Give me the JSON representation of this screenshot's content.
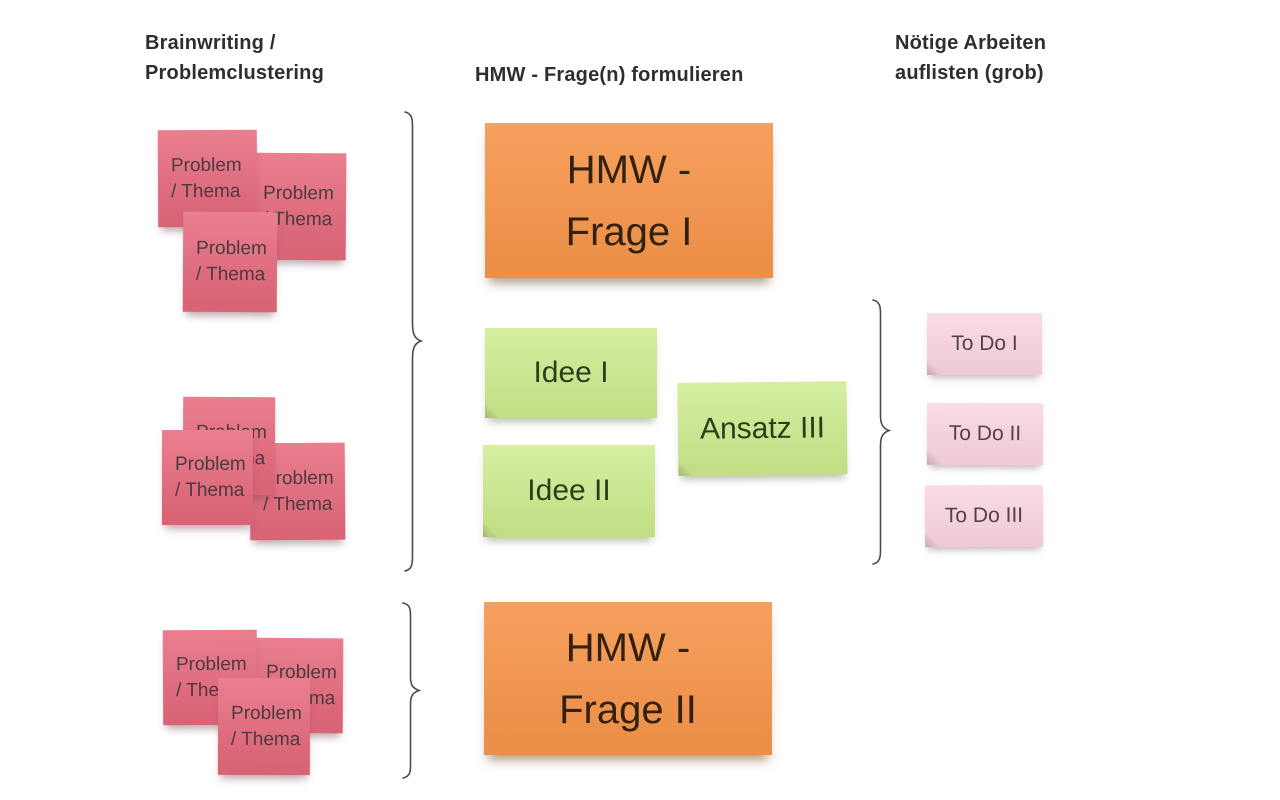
{
  "headers": {
    "brainwriting": "Brainwriting /\nProblemclustering",
    "hmw": "HMW - Frage(n) formulieren",
    "arbeiten": "Nötige Arbeiten\nauflisten (grob)"
  },
  "labels": {
    "problem": "Problem\n/ Thema",
    "hmw_frage_1": "HMW -\nFrage I",
    "hmw_frage_2": "HMW -\nFrage II",
    "idee_1": "Idee I",
    "idee_2": "Idee II",
    "ansatz_3": "Ansatz III",
    "todo_1": "To Do I",
    "todo_2": "To Do II",
    "todo_3": "To Do III"
  },
  "colors": {
    "background": "#ffffff",
    "heading_text": "#2e2e2e",
    "problem_note": "#e66a7d",
    "problem_text": "#4c3a40",
    "hmw_note": "#f5954b",
    "hmw_text": "#33210f",
    "idea_note": "#cdeb8d",
    "idea_text": "#2f3d1b",
    "todo_note": "#f8d3e0",
    "todo_text": "#53414b",
    "brace_stroke": "#4a4a4a"
  }
}
